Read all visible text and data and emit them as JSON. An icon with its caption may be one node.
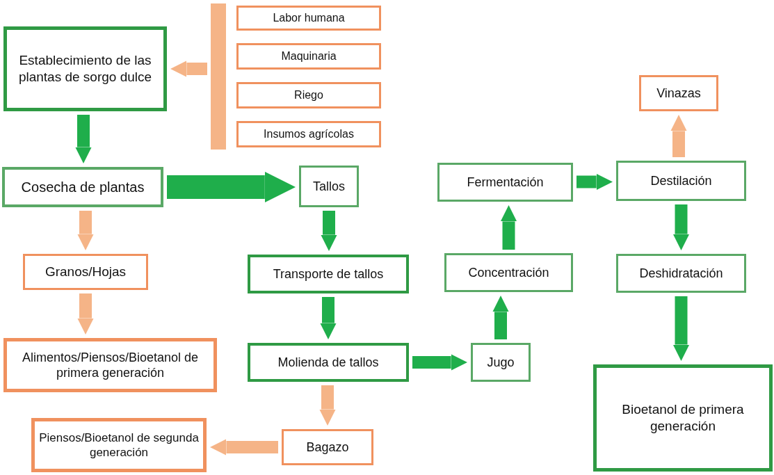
{
  "diagram": {
    "nodes": [
      {
        "text": [
          "Establecimiento de las plantas de sorgo dulce"
        ]
      },
      {
        "text": [
          "Labor humana"
        ]
      },
      {
        "text": [
          "Maquinaria"
        ]
      },
      {
        "text": [
          "Riego"
        ]
      },
      {
        "text": [
          "Insumos agrícolas"
        ]
      },
      {
        "text": [],
        "shape": "bar"
      },
      {
        "text": [
          "Cosecha de plantas"
        ]
      },
      {
        "text": [
          "Tallos"
        ]
      },
      {
        "text": [
          "Granos/Hojas"
        ]
      },
      {
        "text": [
          "Alimentos/Piensos/Bioetanol de primera generación"
        ]
      },
      {
        "text": [
          "Transporte de tallos"
        ]
      },
      {
        "text": [
          "Molienda de tallos"
        ]
      },
      {
        "text": [
          "Jugo"
        ]
      },
      {
        "text": [
          "Bagazo"
        ]
      },
      {
        "text": [
          "Piensos/Bioetanol de segunda generación"
        ]
      },
      {
        "text": [
          "Concentración"
        ]
      },
      {
        "text": [
          "Fermentación"
        ]
      },
      {
        "text": [
          "Destilación"
        ]
      },
      {
        "text": [
          "Vinazas"
        ]
      },
      {
        "text": [
          "Deshidratación"
        ]
      },
      {
        "text": [
          "Bioetanol de primera generación"
        ]
      }
    ],
    "edges": [
      {
        "from": 5,
        "to": 0,
        "arrow": "to",
        "color": "#f5b487"
      },
      {
        "from": 0,
        "to": 6,
        "arrow": "to"
      },
      {
        "from": 6,
        "to": 7,
        "arrow": "to",
        "style": "thick"
      },
      {
        "from": 6,
        "to": 8,
        "arrow": "to",
        "color": "#f5b487"
      },
      {
        "from": 8,
        "to": 9,
        "arrow": "to",
        "color": "#f5b487"
      },
      {
        "from": 7,
        "to": 10,
        "arrow": "to"
      },
      {
        "from": 10,
        "to": 11,
        "arrow": "to"
      },
      {
        "from": 11,
        "to": 12,
        "arrow": "to"
      },
      {
        "from": 11,
        "to": 13,
        "arrow": "to",
        "color": "#f5b487"
      },
      {
        "from": 13,
        "to": 14,
        "arrow": "to",
        "color": "#f5b487"
      },
      {
        "from": 12,
        "to": 15,
        "arrow": "to"
      },
      {
        "from": 15,
        "to": 16,
        "arrow": "to"
      },
      {
        "from": 16,
        "to": 17,
        "arrow": "to"
      },
      {
        "from": 17,
        "to": 18,
        "arrow": "to",
        "color": "#f5b487"
      },
      {
        "from": 17,
        "to": 19,
        "arrow": "to"
      },
      {
        "from": 19,
        "to": 20,
        "arrow": "to"
      }
    ]
  }
}
